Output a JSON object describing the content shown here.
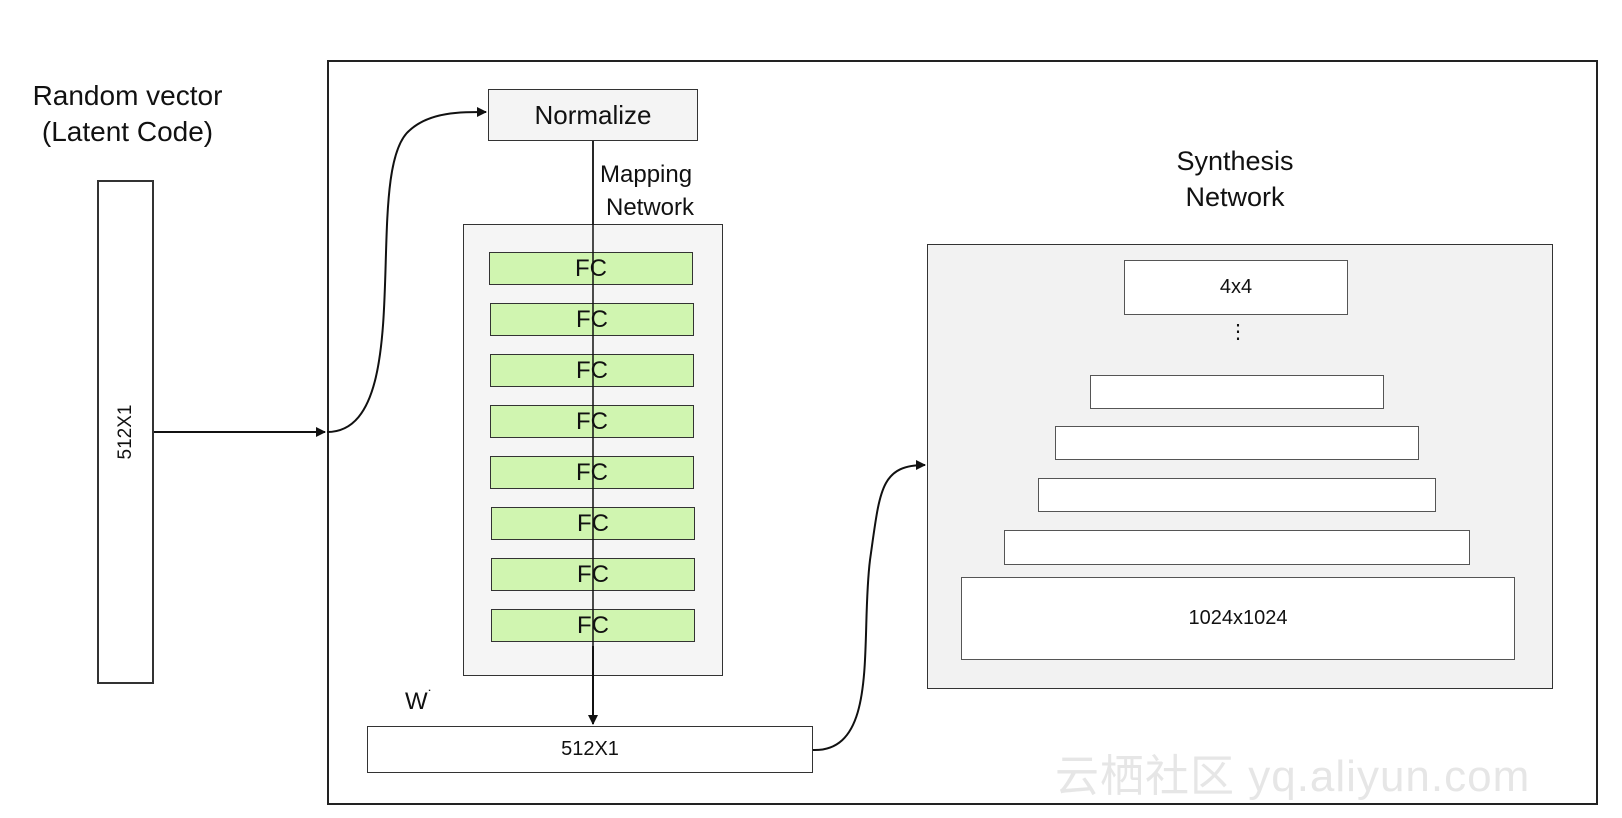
{
  "latent": {
    "title_line1": "Random vector",
    "title_line2": "(Latent Code)",
    "vector_label": "512X1"
  },
  "mapping": {
    "normalize_label": "Normalize",
    "title_line1": "Mapping",
    "title_line2": "Network",
    "fc_layers": [
      "FC",
      "FC",
      "FC",
      "FC",
      "FC",
      "FC",
      "FC",
      "FC"
    ],
    "fc_color": "#d0f5b0"
  },
  "w": {
    "label": "W",
    "vector_label": "512X1"
  },
  "synthesis": {
    "title_line1": "Synthesis",
    "title_line2": "Network",
    "top_layer_label": "4x4",
    "ellipsis": "⋮",
    "bottom_layer_label": "1024x1024"
  },
  "watermark": "云栖社区 yq.aliyun.com"
}
